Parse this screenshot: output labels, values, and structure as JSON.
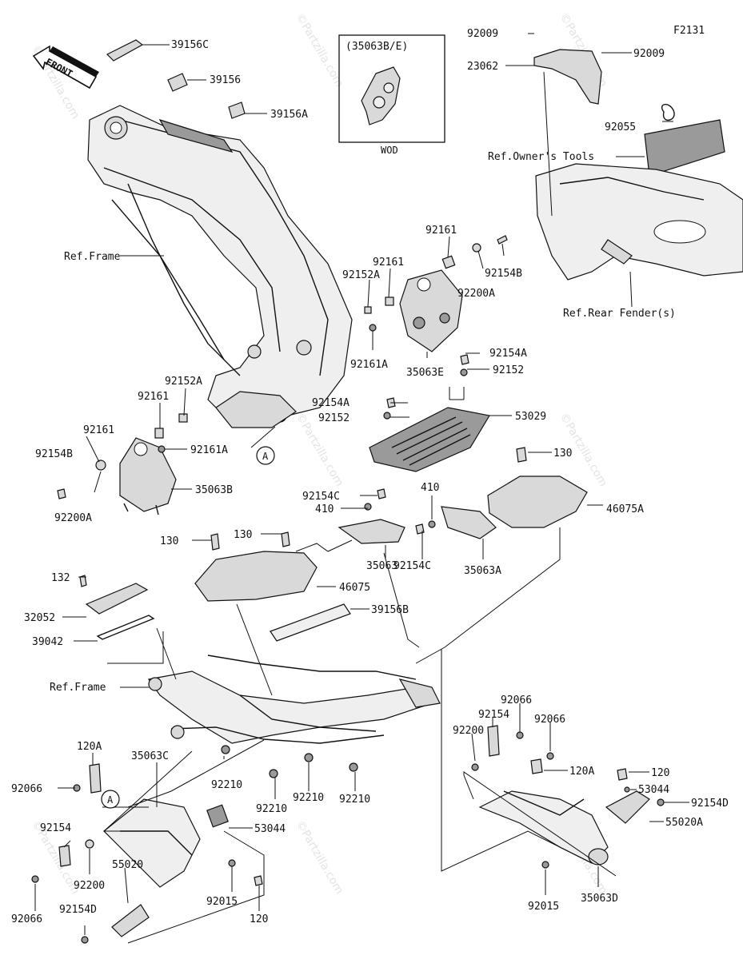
{
  "diagram": {
    "figure_code": "F2131",
    "front_arrow_text": "FRONT",
    "watermark": "©Partzilla.com",
    "inset": {
      "title": "(35063B/E)",
      "caption": "WOD"
    },
    "circle_marker": "A"
  },
  "labels": {
    "p39156C": "39156C",
    "p39156": "39156",
    "p39156A": "39156A",
    "ref_frame_top": "Ref.Frame",
    "p92009_a": "92009",
    "p92009_b": "92009",
    "p23062": "23062",
    "p92055": "92055",
    "ref_owners_tools": "Ref.Owner's Tools",
    "ref_rear_fender": "Ref.Rear Fender(s)",
    "p92161_r1": "92161",
    "p92161_r2": "92161",
    "p92152A_r": "92152A",
    "p92154B_r": "92154B",
    "p92200A_r": "92200A",
    "p92161A_r": "92161A",
    "p35063E": "35063E",
    "p92154A_r": "92154A",
    "p92152_r": "92152",
    "p92152A_l": "92152A",
    "p92161_l1": "92161",
    "p92161_l2": "92161",
    "p92154B_l": "92154B",
    "p92161A_l": "92161A",
    "p35063B": "35063B",
    "p92200A_l": "92200A",
    "p92154A_m": "92154A",
    "p92152_m": "92152",
    "p53029": "53029",
    "p130_r": "130",
    "p92154C_a": "92154C",
    "p410_a": "410",
    "p410_b": "410",
    "p46075A": "46075A",
    "p130_l1": "130",
    "p130_l2": "130",
    "p35063": "35063",
    "p92154C_b": "92154C",
    "p35063A": "35063A",
    "p46075": "46075",
    "p132": "132",
    "p32052": "32052",
    "p39042": "39042",
    "p39156B": "39156B",
    "ref_frame_bottom": "Ref.Frame",
    "p92066_r1": "92066",
    "p92154_r": "92154",
    "p92066_r2": "92066",
    "p92200_r": "92200",
    "p120A_r": "120A",
    "p120_r": "120",
    "p53044_r": "53044",
    "p92154D_r": "92154D",
    "p55020A": "55020A",
    "p92015_r": "92015",
    "p35063D": "35063D",
    "p120A_l": "120A",
    "p35063C": "35063C",
    "p92066_l1": "92066",
    "p92210_a": "92210",
    "p92210_b": "92210",
    "p92210_c": "92210",
    "p92210_d": "92210",
    "p92154_l": "92154",
    "p53044_l": "53044",
    "p92200_l": "92200",
    "p55020": "55020",
    "p92015_l": "92015",
    "p92066_l2": "92066",
    "p92154D_l": "92154D",
    "p120_l": "120"
  }
}
